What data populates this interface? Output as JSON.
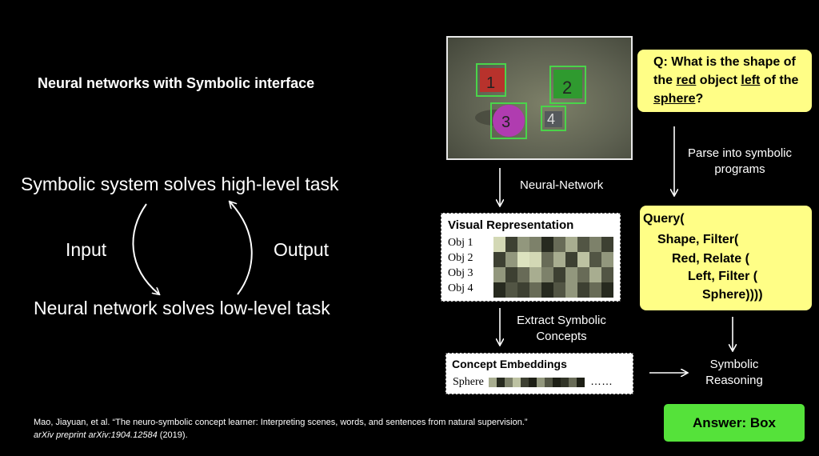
{
  "heading": "Neural networks with Symbolic interface",
  "left": {
    "top_text": "Symbolic system solves high-level task",
    "input_label": "Input",
    "output_label": "Output",
    "bottom_text": "Neural network solves low-level task"
  },
  "citation": {
    "line1": "Mao, Jiayuan, et al. “The neuro-symbolic concept learner: Interpreting scenes, words, and sentences from natural supervision.”",
    "line2_italic": "arXiv preprint arXiv:1904.12584",
    "line2_rest": " (2019)."
  },
  "scene": {
    "objects": [
      {
        "id": "1",
        "color": "#c0332c",
        "shape": "cube"
      },
      {
        "id": "2",
        "color": "#2f9a2f",
        "shape": "cube"
      },
      {
        "id": "3",
        "color": "#b03cb0",
        "shape": "sphere"
      },
      {
        "id": "4",
        "color": "#5a5e62",
        "shape": "cube"
      }
    ]
  },
  "question": {
    "prefix": "Q: What is the shape of the ",
    "word_red": "red",
    "mid": " object ",
    "word_left": "left",
    "mid2": " of the ",
    "word_sphere": "sphere",
    "suffix": "?"
  },
  "labels": {
    "neural_network": "Neural-Network",
    "parse": "Parse into symbolic programs",
    "extract": "Extract Symbolic Concepts",
    "reasoning": "Symbolic Reasoning"
  },
  "visual_rep": {
    "title": "Visual Representation",
    "rows": [
      "Obj 1",
      "Obj 2",
      "Obj 3",
      "Obj 4"
    ],
    "grid": [
      [
        0.9,
        0.2,
        0.6,
        0.5,
        0.1,
        0.4,
        0.7,
        0.3,
        0.5,
        0.2
      ],
      [
        0.2,
        0.6,
        0.95,
        0.9,
        0.4,
        0.7,
        0.2,
        0.8,
        0.3,
        0.6
      ],
      [
        0.6,
        0.2,
        0.4,
        0.7,
        0.5,
        0.2,
        0.6,
        0.4,
        0.7,
        0.3
      ],
      [
        0.1,
        0.3,
        0.2,
        0.4,
        0.1,
        0.3,
        0.6,
        0.2,
        0.4,
        0.1
      ]
    ]
  },
  "program": {
    "lines": [
      "Query(",
      "Shape, Filter(",
      "Red, Relate (",
      "Left, Filter (",
      "Sphere))))"
    ]
  },
  "concept": {
    "title": "Concept Embeddings",
    "word": "Sphere",
    "cells": [
      0.3,
      0.9,
      0.5,
      0.2,
      0.8,
      0.95,
      0.4,
      0.7,
      0.95,
      0.85,
      0.6,
      0.95
    ],
    "dots": "……"
  },
  "answer": "Answer: Box"
}
